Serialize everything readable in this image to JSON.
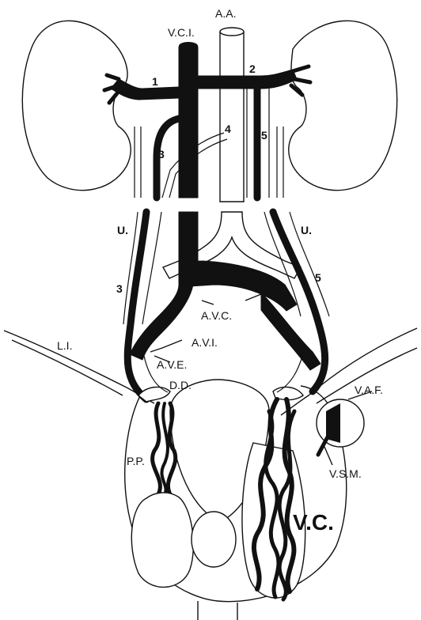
{
  "labels": {
    "aa": "A.A.",
    "vci": "V.C.I.",
    "n1": "1",
    "n2": "2",
    "n3_top": "3",
    "n4": "4",
    "n5_top": "5",
    "u_left": "U.",
    "u_right": "U.",
    "n3_mid": "3",
    "n5_mid": "5",
    "avc": "A.V.C.",
    "avi": "A.V.I.",
    "ave": "A.V.E.",
    "li": "L.I.",
    "dd": "D.D.",
    "vaf": "V.A.F.",
    "pp": "P.P.",
    "vsm": "V.S.M.",
    "vc": "V.C."
  },
  "colors": {
    "ink": "#111111",
    "paper": "#ffffff"
  }
}
